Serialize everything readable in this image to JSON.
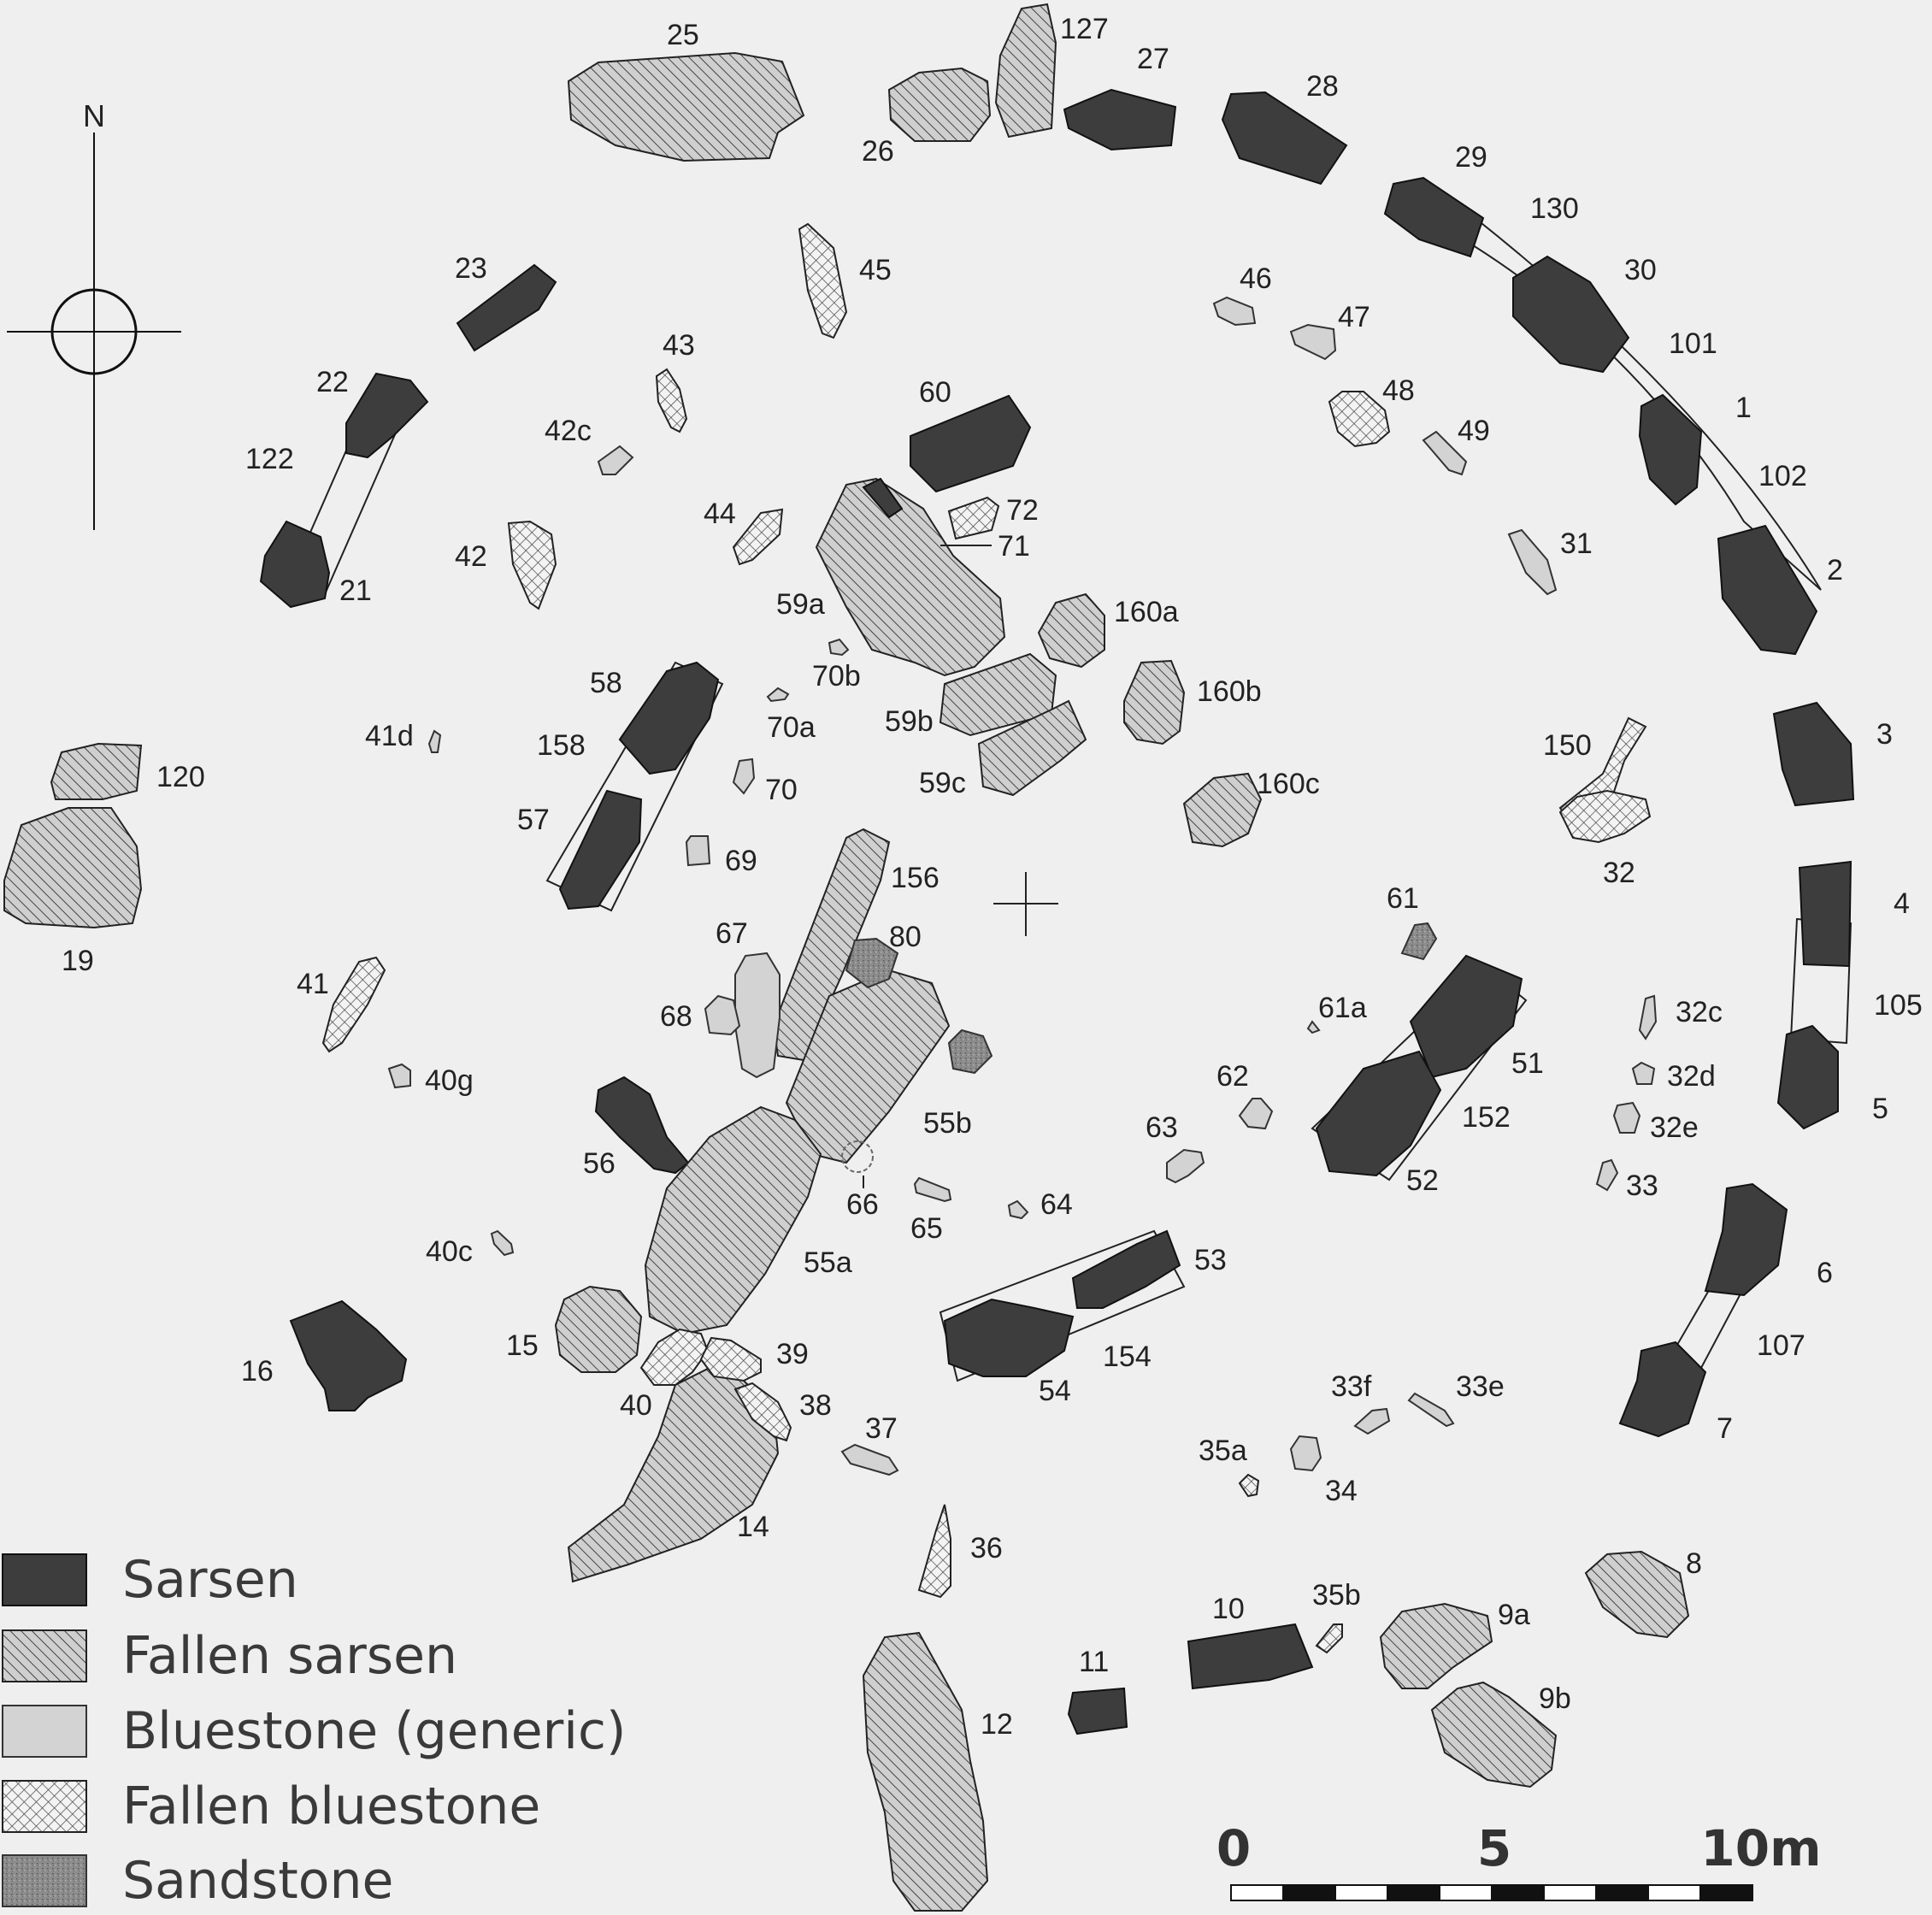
{
  "legend": [
    {
      "label": "Sarsen",
      "style": "sarsen"
    },
    {
      "label": "Fallen sarsen",
      "style": "fallen"
    },
    {
      "label": "Bluestone (generic)",
      "style": "blue"
    },
    {
      "label": "Fallen bluestone",
      "style": "fblue"
    },
    {
      "label": "Sandstone",
      "style": "sand"
    }
  ],
  "north_label": "N",
  "scale_bar": {
    "labels": [
      "0",
      "5",
      "10m"
    ],
    "segments": 10
  },
  "colors": {
    "background": "#efefef",
    "sarsen": "#3d3d3d",
    "bluestone": "#d3d3d3",
    "sandstone": "#8a8a8a"
  },
  "stone_labels": {
    "s1": "1",
    "s2": "2",
    "s3": "3",
    "s4": "4",
    "s5": "5",
    "s6": "6",
    "s7": "7",
    "s8": "8",
    "s9a": "9a",
    "s9b": "9b",
    "s10": "10",
    "s11": "11",
    "s12": "12",
    "s14": "14",
    "s15": "15",
    "s16": "16",
    "s19": "19",
    "s21": "21",
    "s22": "22",
    "s23": "23",
    "s25": "25",
    "s26": "26",
    "s27": "27",
    "s28": "28",
    "s29": "29",
    "s30": "30",
    "s31": "31",
    "s32": "32",
    "s32c": "32c",
    "s32d": "32d",
    "s32e": "32e",
    "s33": "33",
    "s33e": "33e",
    "s33f": "33f",
    "s34": "34",
    "s35a": "35a",
    "s35b": "35b",
    "s36": "36",
    "s37": "37",
    "s38": "38",
    "s39": "39",
    "s40": "40",
    "s40c": "40c",
    "s40g": "40g",
    "s41": "41",
    "s41d": "41d",
    "s42": "42",
    "s42c": "42c",
    "s43": "43",
    "s44": "44",
    "s45": "45",
    "s46": "46",
    "s47": "47",
    "s48": "48",
    "s49": "49",
    "s51": "51",
    "s52": "52",
    "s53": "53",
    "s54": "54",
    "s55a": "55a",
    "s55b": "55b",
    "s56": "56",
    "s57": "57",
    "s58": "58",
    "s59a": "59a",
    "s59b": "59b",
    "s59c": "59c",
    "s60": "60",
    "s61": "61",
    "s61a": "61a",
    "s62": "62",
    "s63": "63",
    "s64": "64",
    "s65": "65",
    "s66": "66",
    "s67": "67",
    "s68": "68",
    "s69": "69",
    "s70": "70",
    "s70a": "70a",
    "s70b": "70b",
    "s71": "71",
    "s72": "72",
    "s80": "80",
    "s101": "101",
    "s102": "102",
    "s105": "105",
    "s107": "107",
    "s120": "120",
    "s122": "122",
    "s127": "127",
    "s130": "130",
    "s150": "150",
    "s152": "152",
    "s154": "154",
    "s156": "156",
    "s158": "158",
    "s160a": "160a",
    "s160b": "160b",
    "s160c": "160c"
  }
}
